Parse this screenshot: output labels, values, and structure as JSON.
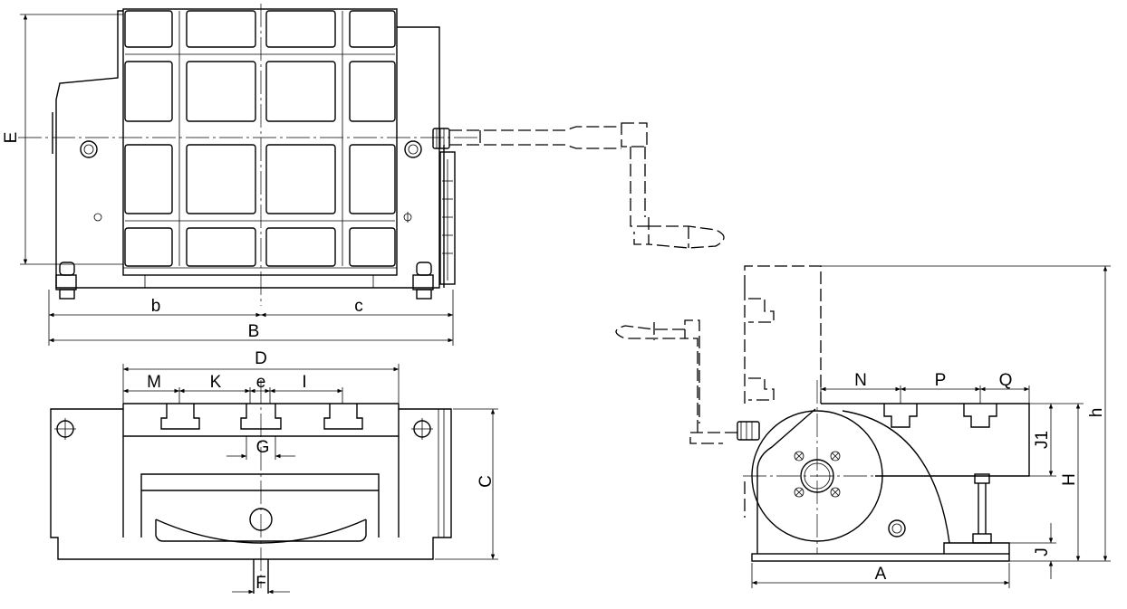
{
  "labels": {
    "E": "E",
    "b": "b",
    "c": "c",
    "B": "B",
    "D": "D",
    "M": "M",
    "K": "K",
    "e": "e",
    "I": "I",
    "G": "G",
    "C": "C",
    "F": "F",
    "N": "N",
    "P": "P",
    "Q": "Q",
    "J1": "J1",
    "H": "H",
    "h": "h",
    "J": "J",
    "A": "A"
  }
}
